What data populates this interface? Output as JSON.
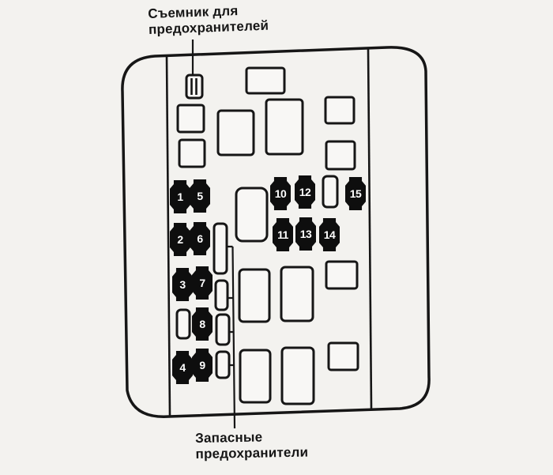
{
  "diagram": {
    "labels": {
      "fuse_puller": "Съемник для\nпредохранителей",
      "spare_fuses": "Запасные\nпредохранители"
    },
    "fuses": [
      "1",
      "5",
      "2",
      "6",
      "3",
      "7",
      "8",
      "4",
      "9",
      "10",
      "12",
      "15",
      "11",
      "13",
      "14"
    ],
    "icons": {
      "fuse_puller_icon": "fuse-puller"
    },
    "colors": {
      "ink": "#161616",
      "paper": "#f3f2ef",
      "fuse_fill": "#0e0e0e",
      "fuse_number": "#ffffff"
    }
  }
}
